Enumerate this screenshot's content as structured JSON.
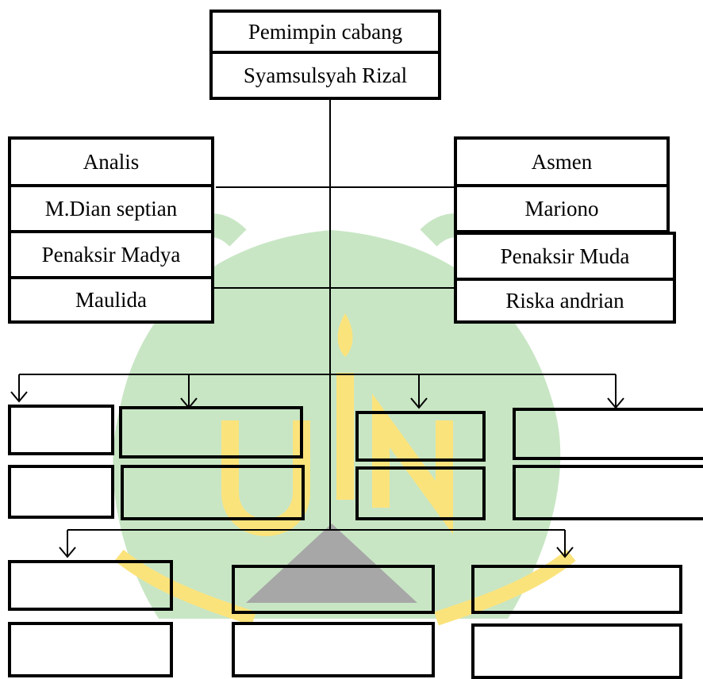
{
  "watermark": {
    "text": "UIN",
    "green": "#c8e6c4",
    "yellow": "#fbe37c",
    "gray": "#a7a7a7"
  },
  "colors": {
    "box_border": "#000000",
    "line": "#000000"
  },
  "head": {
    "title": "Pemimpin cabang",
    "name": "Syamsulsyah Rizal"
  },
  "left": [
    {
      "title": "Analis",
      "name": "M.Dian septian"
    },
    {
      "title": "Penaksir Madya",
      "name": "Maulida"
    }
  ],
  "right": [
    {
      "title": "Asmen",
      "name": "Mariono"
    },
    {
      "title": "Penaksir Muda",
      "name": "Riska andrian"
    }
  ]
}
